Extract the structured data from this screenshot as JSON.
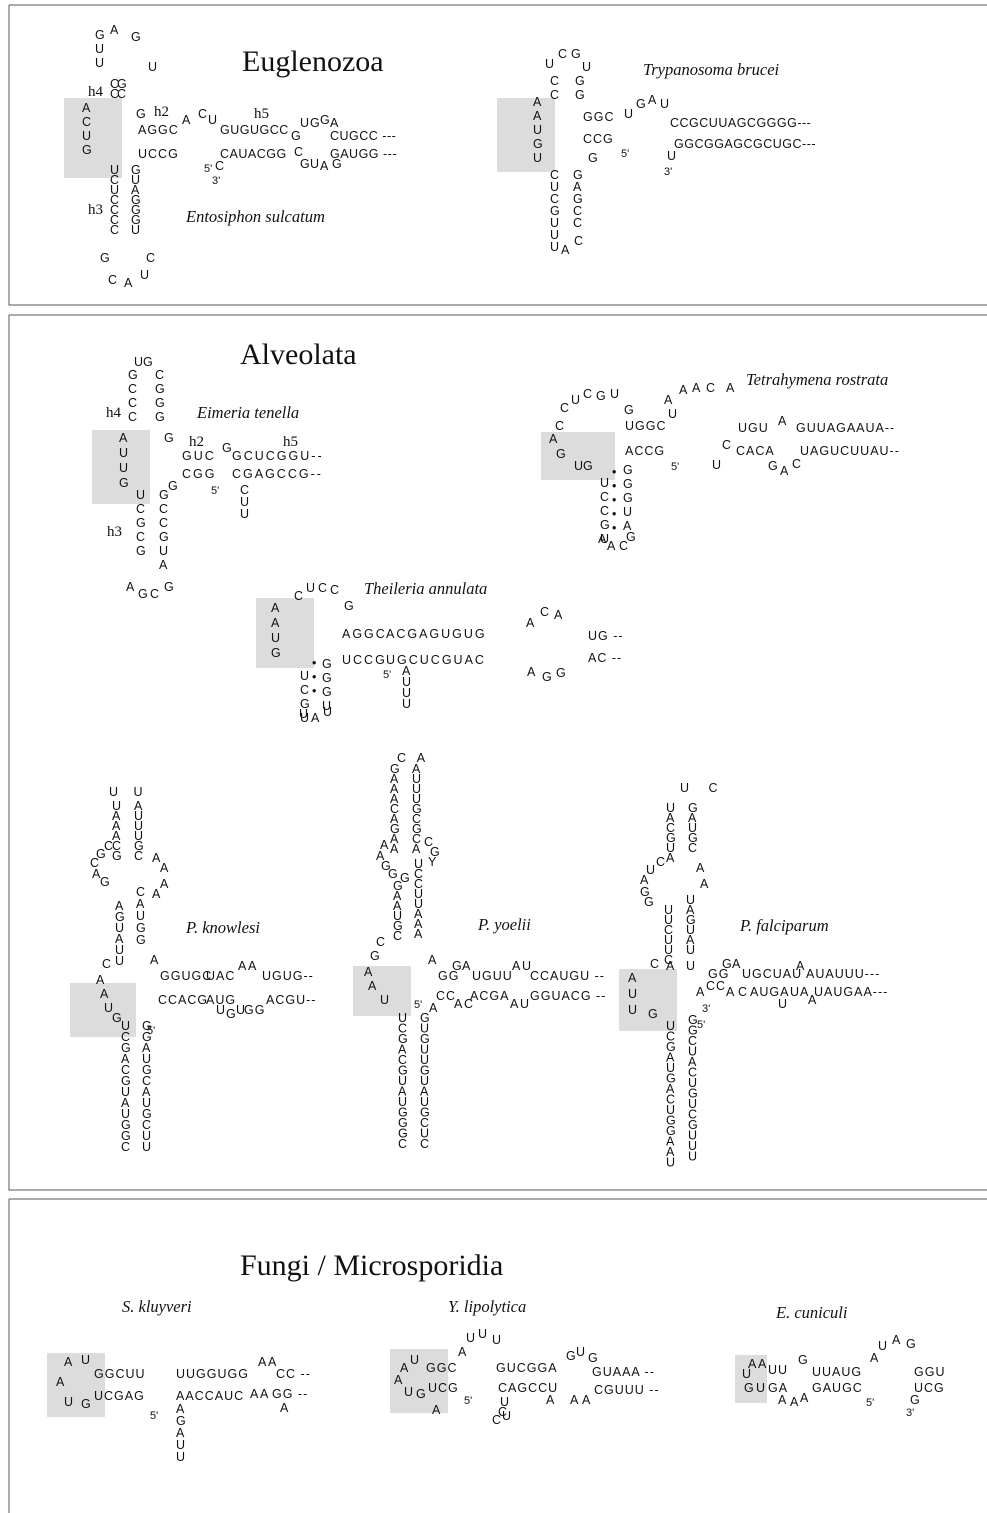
{
  "panels": [
    {
      "title": "Euglenozoa"
    },
    {
      "title": "Alveolata"
    },
    {
      "title": "Fungi / Microsporidia"
    }
  ],
  "species": {
    "entosiphon": "Entosiphon sulcatum",
    "trypanosoma": "Trypanosoma brucei",
    "eimeria": "Eimeria tenella",
    "tetrahymena": "Tetrahymena rostrata",
    "theileria": "Theileria annulata",
    "knowlesi": "P. knowlesi",
    "yoelii": "P. yoelii",
    "falciparum": "P. falciparum",
    "kluyveri": "S. kluyveri",
    "lipolytica": "Y. lipolytica",
    "cuniculi": "E. cuniculi"
  },
  "helix_labels": {
    "h2": "h2",
    "h3": "h3",
    "h4": "h4",
    "h5": "h5"
  },
  "ends": {
    "five": "5'",
    "three": "3'"
  },
  "structures": {
    "entosiphon": {
      "h4_loop": [
        "G",
        "A",
        "G",
        "U",
        "U",
        "U"
      ],
      "h4_left": [
        "C",
        "C"
      ],
      "h4_right": [
        "G",
        "C"
      ],
      "box_left": [
        "A",
        "C",
        "U",
        "G"
      ],
      "g_h2": "G",
      "h2_top": "AGGC",
      "h2_bot": "UCCG",
      "link": [
        "A",
        "C",
        "U"
      ],
      "h5_top": "GUGUGCC",
      "h5_mid_top": "G",
      "h5_loop_top": [
        "U",
        "G",
        "G",
        "A"
      ],
      "h5_tail_top": "CUGCC ---",
      "h5_bot": "CAUACGG",
      "h5_mid_bot": "C",
      "h5_loop_bot": [
        "G",
        "U",
        "A",
        "G"
      ],
      "h5_tail_bot": "GAUGG ---",
      "c_link": "C",
      "h3_left": [
        "U",
        "C",
        "U",
        "C",
        "C",
        "C",
        "C"
      ],
      "h3_right": [
        "G",
        "U",
        "A",
        "G",
        "G",
        "G",
        "U"
      ],
      "h3_loop": [
        "G",
        "C",
        "A",
        "C",
        "U"
      ]
    },
    "trypanosoma": {
      "top_loop": [
        "U",
        "C",
        "G",
        "U"
      ],
      "top_left": [
        "C",
        "C"
      ],
      "top_right": [
        "G",
        "G"
      ],
      "box_left": [
        "A",
        "A",
        "U",
        "G",
        "U"
      ],
      "h2_top": "GGC",
      "link": [
        "U",
        "G",
        "A",
        "U"
      ],
      "tail_top": "CCGCUUAGCGGGG---",
      "h2_bot": "CCG",
      "tail_bot": "GGCGGAGCGCUGC---",
      "g": "G",
      "u": "U",
      "h3_left": [
        "C",
        "U",
        "C",
        "G",
        "U",
        "U"
      ],
      "h3_right": [
        "G",
        "A",
        "G",
        "C",
        "C"
      ],
      "h3_loop": [
        "U",
        "A",
        "C"
      ]
    },
    "eimeria": {
      "top_loop": "UG",
      "h4_left": [
        "G",
        "C",
        "C",
        "C"
      ],
      "h4_right": [
        "C",
        "G",
        "G",
        "G"
      ],
      "box_left": [
        "A",
        "U",
        "U",
        "G"
      ],
      "g1": "G",
      "h2_top": "GUC",
      "bulge": "G",
      "h5_top": "GCUCGGU--",
      "h2_bot": "CGG",
      "h5_bot": "CGAGCCG--",
      "g2": "G",
      "c_link": [
        "C",
        "U",
        "U"
      ],
      "h3_left": [
        "U",
        "C",
        "G",
        "C",
        "G"
      ],
      "h3_right": [
        "G",
        "C",
        "C",
        "G",
        "U",
        "A"
      ],
      "h3_loop": [
        "A",
        "G",
        "C",
        "G"
      ]
    },
    "tetrahymena": {
      "top_loop": [
        "C",
        "U",
        "C",
        "G",
        "U",
        "G"
      ],
      "left": [
        "C",
        "A",
        "G",
        "U",
        "G"
      ],
      "h2_top": "UGGC",
      "h2_bot": "ACCG",
      "link": [
        "U",
        "A",
        "A",
        "A",
        "C",
        "A"
      ],
      "mid_top": "UGU",
      "mid_a": "A",
      "tail_top": "GUUAGAAUA--",
      "mid_bot": "CACA",
      "mid_c": "C",
      "u": "U",
      "loop_b": [
        "G",
        "A",
        "C"
      ],
      "tail_bot": "UAGUCUUAU--",
      "h3_left": [
        "U",
        "C",
        "C",
        "G",
        "U"
      ],
      "h3_right": [
        "G",
        "G",
        "G",
        "U",
        "A"
      ],
      "h3_loop": [
        "A",
        "A",
        "C",
        "G"
      ],
      "dots": [
        "•",
        "•",
        "•",
        "•",
        "•"
      ]
    },
    "theileria": {
      "top_loop": [
        "C",
        "U",
        "C",
        "C",
        "G"
      ],
      "box_left": [
        "A",
        "A",
        "U",
        "G"
      ],
      "h2_top": "AGGC",
      "mid_top": "ACGAGUGUG",
      "loop": [
        "A",
        "C",
        "A"
      ],
      "tail_top": "UG --",
      "h2_bot": "UCCG",
      "mid_bot": "UGCUCGUAC",
      "loop_bot": [
        "A",
        "G",
        "G"
      ],
      "tail_bot": "AC --",
      "bulge": [
        "A",
        "U",
        "U",
        "U"
      ],
      "h3_left": [
        "U",
        "C",
        "G",
        "U"
      ],
      "h3_right": [
        "G",
        "G",
        "G",
        "U"
      ],
      "h3_loop": [
        "U",
        "A",
        "U"
      ],
      "dots": [
        "•",
        "•",
        "•"
      ]
    },
    "knowlesi": {
      "top": "U U",
      "left_col": [
        "U",
        "A",
        "A",
        "A",
        "C",
        "G"
      ],
      "right_col": [
        "A",
        "U",
        "U",
        "U",
        "G",
        "C"
      ],
      "loop_left": [
        "C",
        "G",
        "C",
        "A",
        "G"
      ],
      "loop_right": [
        "A",
        "A",
        "A",
        "A"
      ],
      "stem_left": [
        "A",
        "G",
        "U",
        "A",
        "U",
        "U"
      ],
      "stem_right": [
        "C",
        "A",
        "U",
        "G",
        "G"
      ],
      "box": [
        "C",
        "A",
        "A",
        "U",
        "G"
      ],
      "h2_top": "GGUGC",
      "mid_top": "UAC",
      "loop_top": [
        "A",
        "A"
      ],
      "tail_top": "UGUG--",
      "a": "A",
      "h2_bot": "CCACG",
      "mid_bot": "AUG",
      "loop_bot": [
        "U",
        "G",
        "U"
      ],
      "g_bot": "GG",
      "tail_bot": "ACGU--",
      "h3_left": [
        "U",
        "C",
        "G",
        "A",
        "C",
        "G",
        "U",
        "A",
        "U",
        "G",
        "G",
        "C"
      ],
      "h3_right": [
        "G",
        "G",
        "A",
        "U",
        "G",
        "C",
        "A",
        "U",
        "G",
        "C",
        "U",
        "U"
      ]
    },
    "yoelii": {
      "top": "C A",
      "left_col": [
        "G",
        "A",
        "A",
        "A",
        "C",
        "A",
        "G",
        "A",
        "A"
      ],
      "right_col": [
        "A",
        "U",
        "U",
        "U",
        "G",
        "C",
        "G",
        "C",
        "A"
      ],
      "stem_left": [
        "G",
        "G",
        "G",
        "A",
        "A",
        "U",
        "G",
        "C"
      ],
      "stem_right": [
        "U",
        "C",
        "C",
        "U",
        "U",
        "A",
        "A",
        "A"
      ],
      "box": [
        "A",
        "A",
        "U",
        "G"
      ],
      "h2_top": "GG",
      "ga": [
        "G",
        "A"
      ],
      "mid_top": "UGUU",
      "au": [
        "A",
        "U"
      ],
      "tail_top": "CCAUGU --",
      "h2_bot": "CC",
      "ac": [
        "A",
        "C"
      ],
      "mid_bot": "ACGA",
      "au2": [
        "A",
        "U"
      ],
      "tail_bot": "GGUACG --",
      "h3_left": [
        "U",
        "C",
        "G",
        "A",
        "C",
        "G",
        "U",
        "A",
        "U",
        "G",
        "G",
        "G",
        "C"
      ],
      "h3_right": [
        "G",
        "U",
        "G",
        "U",
        "U",
        "G",
        "U",
        "A",
        "U",
        "G",
        "C",
        "U",
        "C"
      ]
    },
    "falciparum": {
      "top": "U C",
      "left_col": [
        "U",
        "A",
        "C",
        "G",
        "U",
        "A",
        "C",
        "U",
        "A",
        "G",
        "G"
      ],
      "right_col": [
        "G",
        "A",
        "U",
        "G",
        "C",
        "A",
        "A",
        "A",
        "A"
      ],
      "stem_left": [
        "U",
        "U",
        "C",
        "U",
        "U",
        "C"
      ],
      "stem_right": [
        "U",
        "A",
        "G",
        "U",
        "A",
        "U"
      ],
      "box": [
        "A",
        "U",
        "U",
        "G"
      ],
      "h2_top": "GG",
      "ga": [
        "G",
        "A"
      ],
      "mid_top": "UGCUAU",
      "a2": "A",
      "tail_top": "AUAUUU---",
      "ac": [
        "A",
        "C",
        "C",
        "A",
        "C"
      ],
      "mid_bot": "AUGA",
      "ua": "UA",
      "tail_bot": "UAUGAA---",
      "h3_left": [
        "U",
        "C",
        "G",
        "A",
        "U",
        "G",
        "A",
        "C",
        "U",
        "G",
        "G",
        "A",
        "A",
        "U"
      ],
      "h3_right": [
        "G",
        "G",
        "C",
        "U",
        "A",
        "C",
        "U",
        "G",
        "U",
        "C",
        "G",
        "U",
        "U",
        "U"
      ]
    },
    "kluyveri": {
      "box": [
        "A",
        "U",
        "A",
        "U",
        "G"
      ],
      "h2_top": "GGCUU",
      "mid_top": "UUGGUGG",
      "aa": [
        "A",
        "A"
      ],
      "tail_top": "CC --",
      "h2_bot": "UCGAG",
      "mid_bot": "AACCAUC",
      "aa2": [
        "A",
        "A"
      ],
      "gg": "GG --",
      "a": "A",
      "bulge": [
        "A",
        "G",
        "A",
        "U",
        "U"
      ]
    },
    "lipolytica": {
      "box": [
        "A",
        "U",
        "A",
        "U",
        "G"
      ],
      "h2_top": "GGC",
      "loop_top": [
        "A",
        "U",
        "U",
        "U"
      ],
      "mid_top": "GUCGGA",
      "gug": [
        "G",
        "U",
        "G"
      ],
      "tail_top": "GUAAA --",
      "h2_bot": "UCG",
      "mid_bot": "CAGCCU",
      "aa": [
        "A",
        "A",
        "A"
      ],
      "tail_bot": "CGUUU --",
      "a": "A",
      "loop_bot": [
        "U",
        "C",
        "C",
        "U"
      ]
    },
    "cuniculi": {
      "box": [
        "A",
        "A",
        "U",
        "G",
        "U"
      ],
      "h2_top": "UU",
      "g": "G",
      "mid_top": "UUAUG",
      "aua": [
        "A",
        "U",
        "A",
        "G"
      ],
      "ggu": "GGU",
      "h2_bot": "GA",
      "aaa": [
        "A",
        "A",
        "A"
      ],
      "mid_bot": "GAUGC",
      "ucg": "UCG",
      "g2": "G"
    }
  }
}
